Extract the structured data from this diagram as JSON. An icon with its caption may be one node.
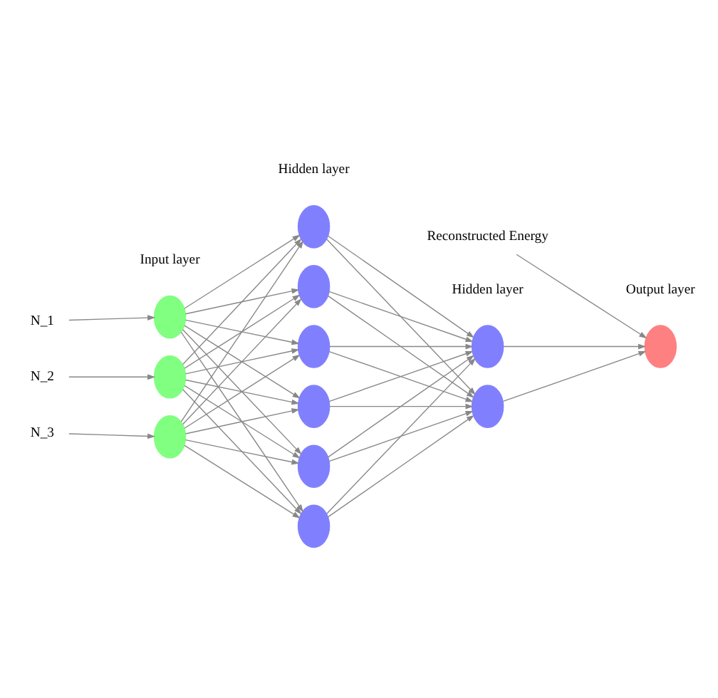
{
  "diagram": {
    "nodes": [
      {
        "text": [
          "N_1"
        ]
      },
      {
        "text": [
          "N_2"
        ]
      },
      {
        "text": [
          "N_3"
        ]
      },
      {
        "text": [],
        "shape": "circle"
      },
      {
        "text": [],
        "shape": "circle"
      },
      {
        "text": [],
        "shape": "circle"
      },
      {
        "text": [],
        "shape": "circle"
      },
      {
        "text": [],
        "shape": "circle"
      },
      {
        "text": [],
        "shape": "circle"
      },
      {
        "text": [],
        "shape": "circle"
      },
      {
        "text": [],
        "shape": "circle"
      },
      {
        "text": [],
        "shape": "circle"
      },
      {
        "text": [],
        "shape": "circle"
      },
      {
        "text": [],
        "shape": "circle"
      },
      {
        "text": [],
        "shape": "circle"
      },
      {
        "text": [
          "Reconstructed Energy"
        ]
      }
    ],
    "edges": [
      {
        "from": 0,
        "to": 3,
        "arrow": "to"
      },
      {
        "from": 1,
        "to": 4,
        "arrow": "to"
      },
      {
        "from": 2,
        "to": 5,
        "arrow": "to"
      },
      {
        "from": 3,
        "to": 6,
        "arrow": "to"
      },
      {
        "from": 3,
        "to": 7,
        "arrow": "to"
      },
      {
        "from": 3,
        "to": 8,
        "arrow": "to"
      },
      {
        "from": 3,
        "to": 9,
        "arrow": "to"
      },
      {
        "from": 3,
        "to": 10,
        "arrow": "to"
      },
      {
        "from": 3,
        "to": 11,
        "arrow": "to"
      },
      {
        "from": 4,
        "to": 6,
        "arrow": "to"
      },
      {
        "from": 4,
        "to": 7,
        "arrow": "to"
      },
      {
        "from": 4,
        "to": 8,
        "arrow": "to"
      },
      {
        "from": 4,
        "to": 9,
        "arrow": "to"
      },
      {
        "from": 4,
        "to": 10,
        "arrow": "to"
      },
      {
        "from": 4,
        "to": 11,
        "arrow": "to"
      },
      {
        "from": 5,
        "to": 6,
        "arrow": "to"
      },
      {
        "from": 5,
        "to": 7,
        "arrow": "to"
      },
      {
        "from": 5,
        "to": 8,
        "arrow": "to"
      },
      {
        "from": 5,
        "to": 9,
        "arrow": "to"
      },
      {
        "from": 5,
        "to": 10,
        "arrow": "to"
      },
      {
        "from": 5,
        "to": 11,
        "arrow": "to"
      },
      {
        "from": 6,
        "to": 12,
        "arrow": "to"
      },
      {
        "from": 6,
        "to": 13,
        "arrow": "to"
      },
      {
        "from": 7,
        "to": 12,
        "arrow": "to"
      },
      {
        "from": 7,
        "to": 13,
        "arrow": "to"
      },
      {
        "from": 8,
        "to": 12,
        "arrow": "to"
      },
      {
        "from": 8,
        "to": 13,
        "arrow": "to"
      },
      {
        "from": 9,
        "to": 12,
        "arrow": "to"
      },
      {
        "from": 9,
        "to": 13,
        "arrow": "to"
      },
      {
        "from": 10,
        "to": 12,
        "arrow": "to"
      },
      {
        "from": 10,
        "to": 13,
        "arrow": "to"
      },
      {
        "from": 11,
        "to": 12,
        "arrow": "to"
      },
      {
        "from": 11,
        "to": 13,
        "arrow": "to"
      },
      {
        "from": 12,
        "to": 14,
        "arrow": "to"
      },
      {
        "from": 13,
        "to": 14,
        "arrow": "to"
      },
      {
        "from": 15,
        "to": 14,
        "arrow": "to"
      }
    ],
    "labels": [
      "Hidden layer",
      "Input layer",
      "Hidden layer",
      "Output layer"
    ]
  }
}
